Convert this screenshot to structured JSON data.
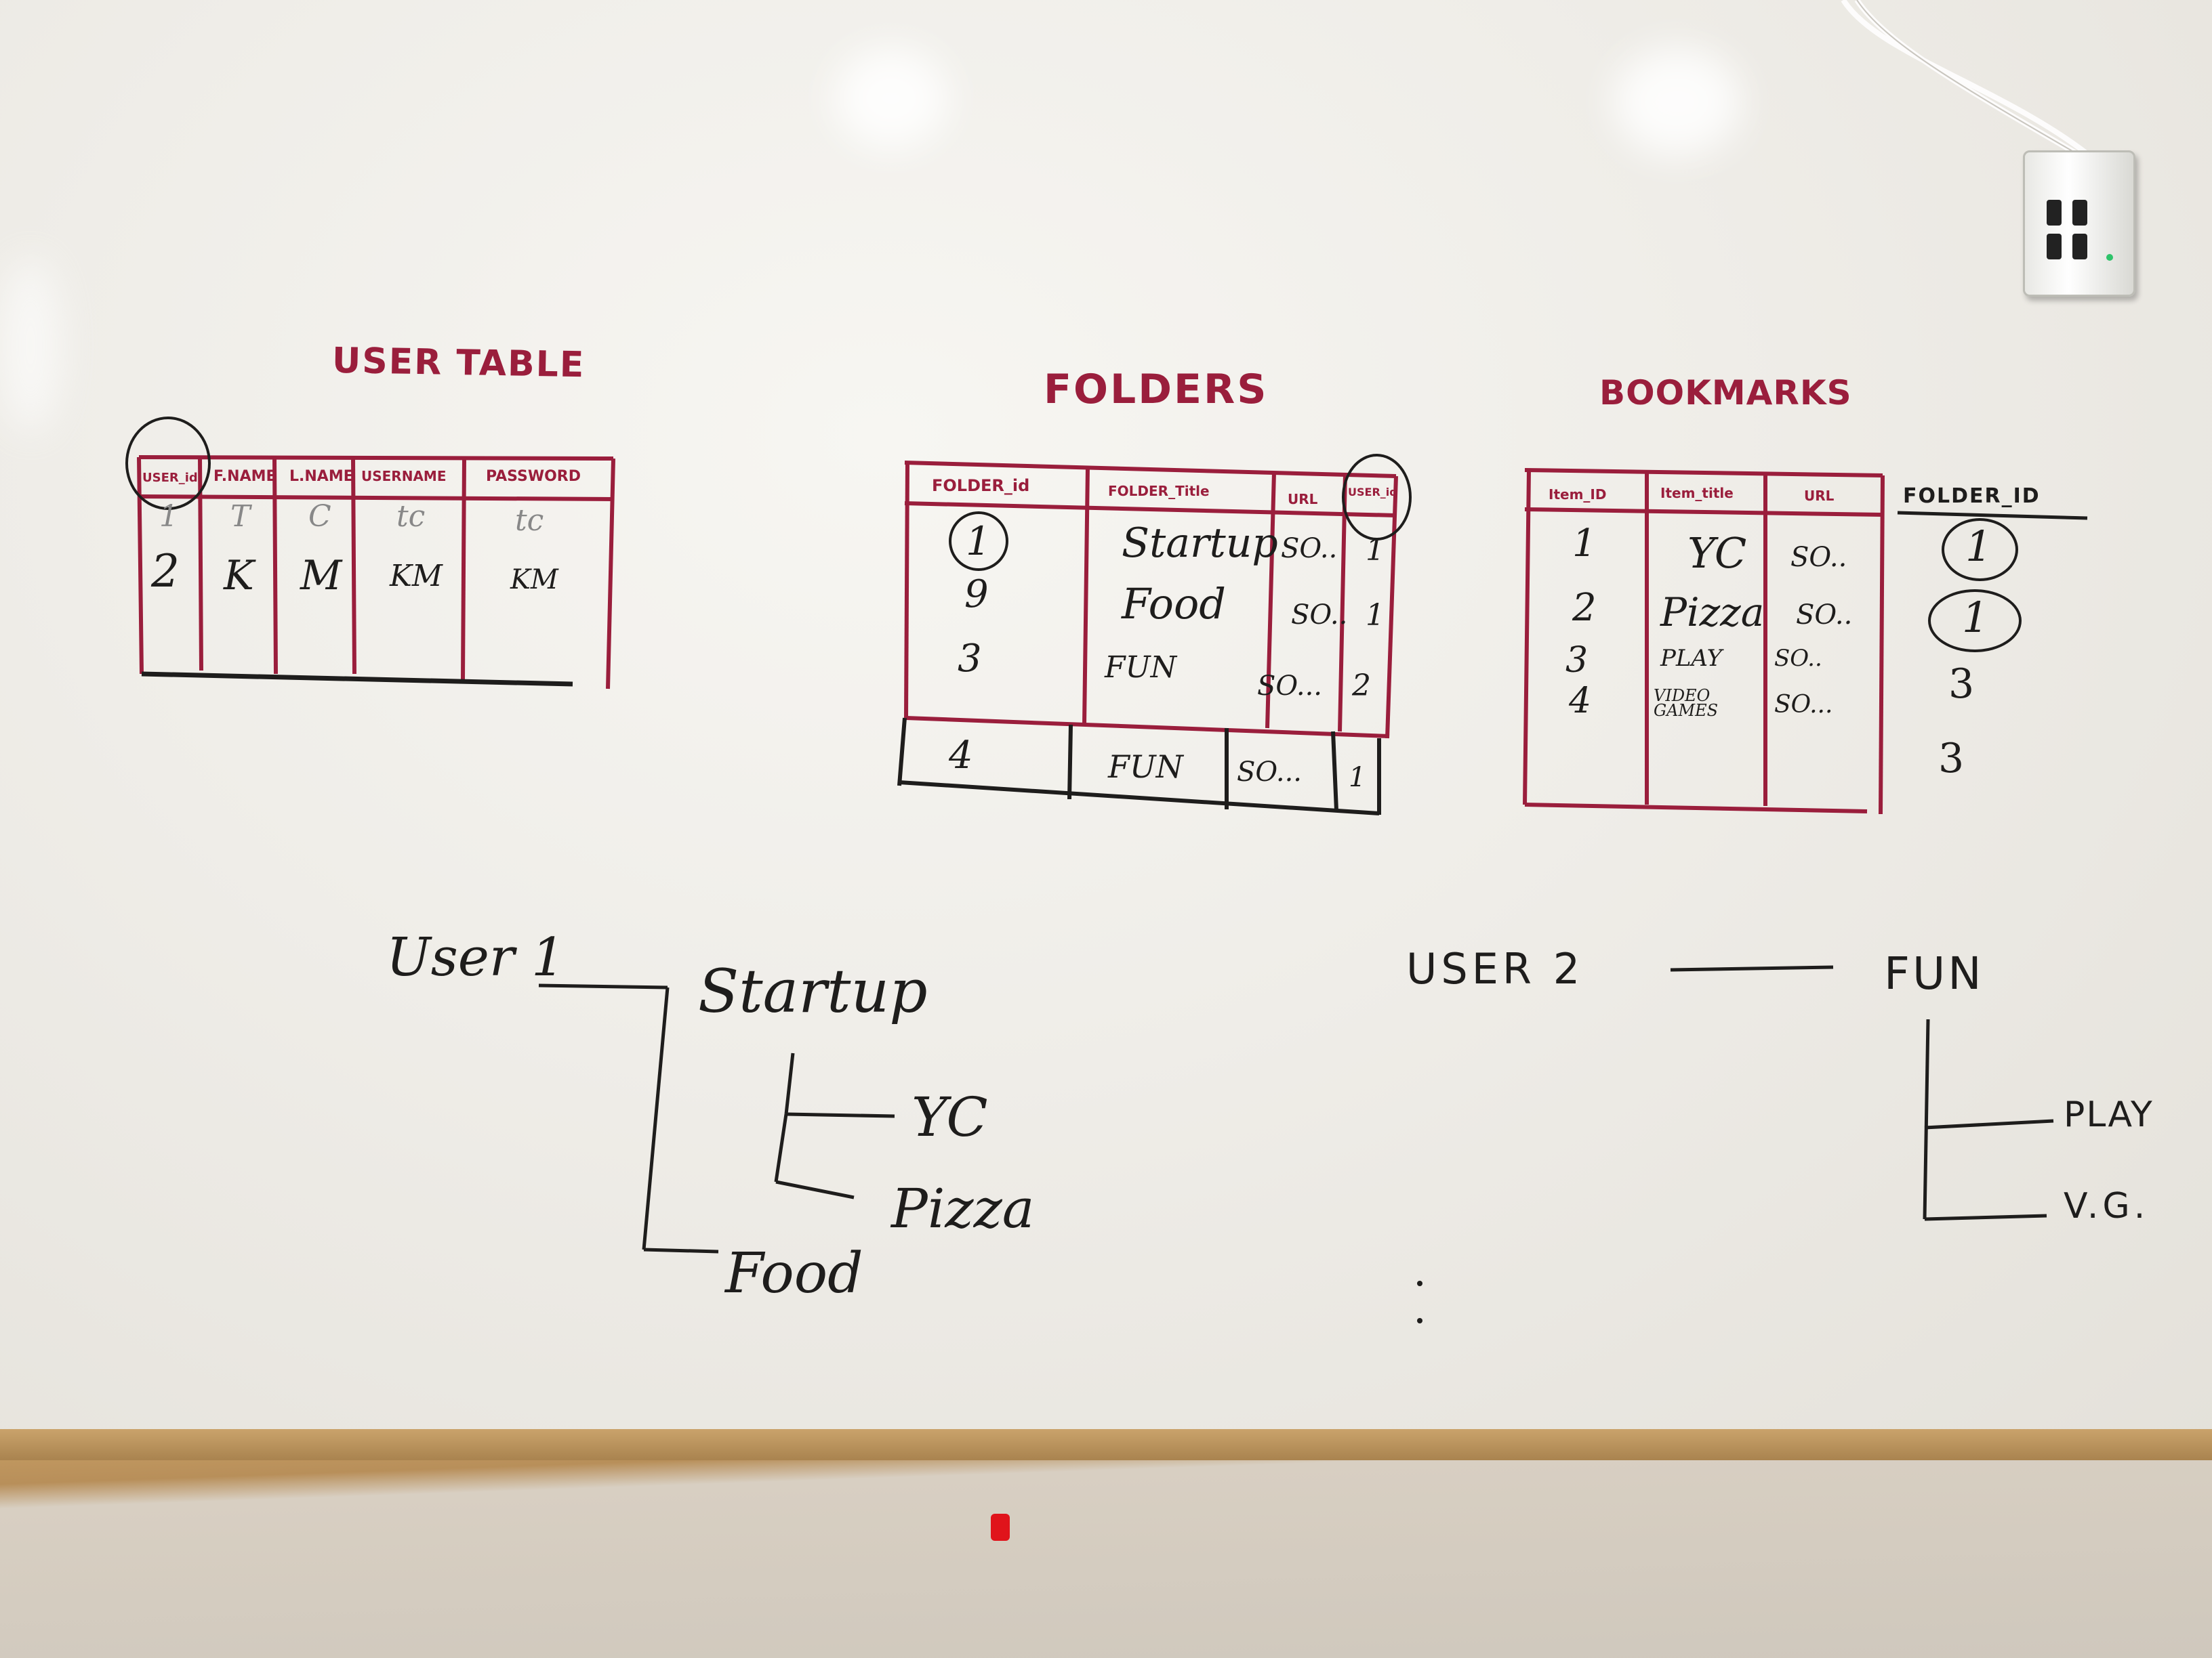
{
  "users": {
    "title": "USER TABLE",
    "columns": [
      "USER_id",
      "F.NAME",
      "L.NAME",
      "USERNAME",
      "PASSWORD"
    ],
    "rows": [
      [
        "1",
        "T",
        "C",
        "tc",
        "tc"
      ],
      [
        "2",
        "K",
        "M",
        "KM",
        "KM"
      ]
    ]
  },
  "folders": {
    "title": "FOLDERS",
    "columns": [
      "FOLDER_id",
      "FOLDER_Title",
      "URL",
      "USER_id"
    ],
    "rows": [
      [
        "1",
        "Startup",
        "SO..",
        "1"
      ],
      [
        "9",
        "Food",
        "SO..",
        "1"
      ],
      [
        "3",
        "FUN",
        "SO...",
        "2"
      ],
      [
        "4",
        "FUN",
        "SO...",
        "1"
      ]
    ]
  },
  "bookmarks": {
    "title": "BOOKMARKS",
    "columns": [
      "Item_ID",
      "Item_title",
      "URL"
    ],
    "rows": [
      [
        "1",
        "YC",
        "SO.."
      ],
      [
        "2",
        "Pizza",
        "SO.."
      ],
      [
        "3",
        "PLAY",
        "SO.."
      ],
      [
        "4",
        "VIDEO GAMES",
        "SO..."
      ]
    ],
    "folder_column": "FOLDER_ID",
    "folder_values": [
      "1",
      "1",
      "3",
      "3"
    ]
  },
  "tree_user1": {
    "root": "User 1",
    "folder_a": "Startup",
    "items": [
      "YC",
      "Pizza"
    ],
    "folder_b": "Food"
  },
  "tree_user2": {
    "root": "USER 2",
    "folder": "FUN",
    "items": [
      "PLAY",
      "V.G."
    ]
  },
  "colors": {
    "red_marker": "#9a1e3c",
    "black_marker": "#1e1d1c",
    "board": "#f2f0eb",
    "tray": "#c29a62"
  }
}
